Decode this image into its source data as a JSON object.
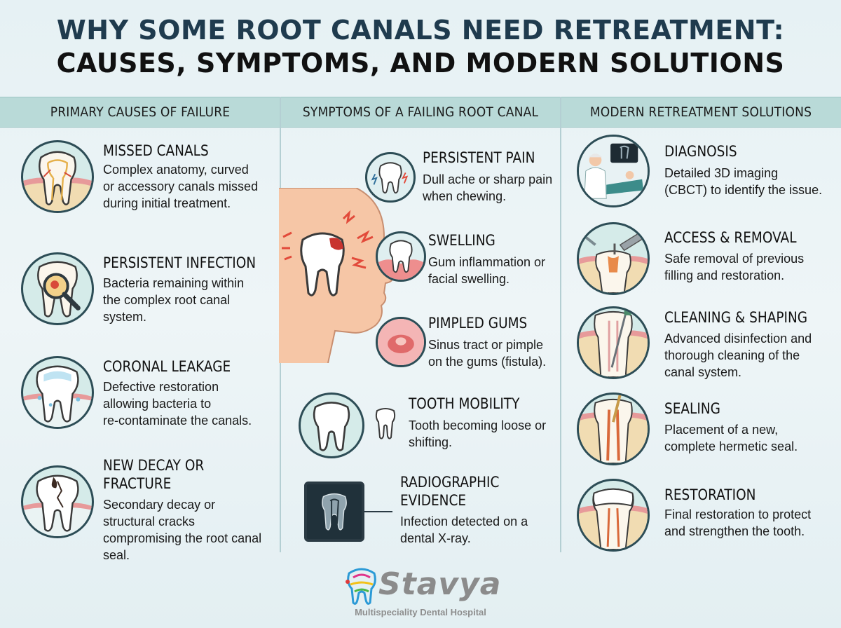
{
  "title": {
    "line1": "WHY SOME ROOT CANALS NEED RETREATMENT:",
    "line2": "CAUSES, SYMPTOMS, AND MODERN SOLUTIONS"
  },
  "columns": {
    "causes": {
      "heading": "PRIMARY CAUSES OF FAILURE",
      "items": [
        {
          "title": "MISSED CANALS",
          "desc": "Complex anatomy, curved\nor accessory canals missed\nduring initial treatment.",
          "icon": "tooth-canals-icon"
        },
        {
          "title": "PERSISTENT INFECTION",
          "desc": "Bacteria remaining within\nthe complex root canal\nsystem.",
          "icon": "magnifier-tooth-icon"
        },
        {
          "title": "CORONAL LEAKAGE",
          "desc": "Defective restoration\nallowing bacteria to\nre-contaminate the canals.",
          "icon": "leaking-tooth-icon"
        },
        {
          "title": "NEW DECAY OR\nFRACTURE",
          "desc": "Secondary decay or\nstructural cracks\ncompromising the root canal\nseal.",
          "icon": "cracked-tooth-icon"
        }
      ]
    },
    "symptoms": {
      "heading": "SYMPTOMS OF A FAILING ROOT CANAL",
      "items": [
        {
          "title": "PERSISTENT PAIN",
          "desc": "Dull ache or sharp pain\nwhen chewing.",
          "icon": "pain-tooth-icon"
        },
        {
          "title": "SWELLING",
          "desc": "Gum inflammation or\nfacial swelling.",
          "icon": "swollen-gum-icon"
        },
        {
          "title": "PIMPLED GUMS",
          "desc": "Sinus tract or pimple\non the gums (fistula).",
          "icon": "gum-pimple-icon"
        },
        {
          "title": "TOOTH MOBILITY",
          "desc": "Tooth becoming loose or\nshifting.",
          "icon": "loose-tooth-icon"
        },
        {
          "title": "RADIOGRAPHIC\nEVIDENCE",
          "desc": "Infection detected on a\ndental X-ray.",
          "icon": "xray-icon"
        }
      ]
    },
    "solutions": {
      "heading": "MODERN RETREATMENT SOLUTIONS",
      "items": [
        {
          "title": "DIAGNOSIS",
          "desc": "Detailed 3D imaging\n(CBCT) to identify the issue.",
          "icon": "dentist-scan-icon"
        },
        {
          "title": "ACCESS & REMOVAL",
          "desc": "Safe removal of previous\nfilling and restoration.",
          "icon": "drill-tooth-icon"
        },
        {
          "title": "CLEANING & SHAPING",
          "desc": "Advanced disinfection and\nthorough cleaning of the\ncanal system.",
          "icon": "file-tooth-icon"
        },
        {
          "title": "SEALING",
          "desc": "Placement of a new,\ncomplete hermetic seal.",
          "icon": "seal-tooth-icon"
        },
        {
          "title": "RESTORATION",
          "desc": "Final restoration to protect\nand strengthen the tooth.",
          "icon": "crown-tooth-icon"
        }
      ]
    }
  },
  "logo": {
    "name": "Stavya",
    "subtitle": "Multispeciality Dental Hospital"
  },
  "colors": {
    "title_dark_blue": "#1f3b4e",
    "header_band": "#b9dad8",
    "icon_bg": "#d5ebe9",
    "gum_pink": "#e79a9a",
    "bone": "#f1dcb2"
  }
}
